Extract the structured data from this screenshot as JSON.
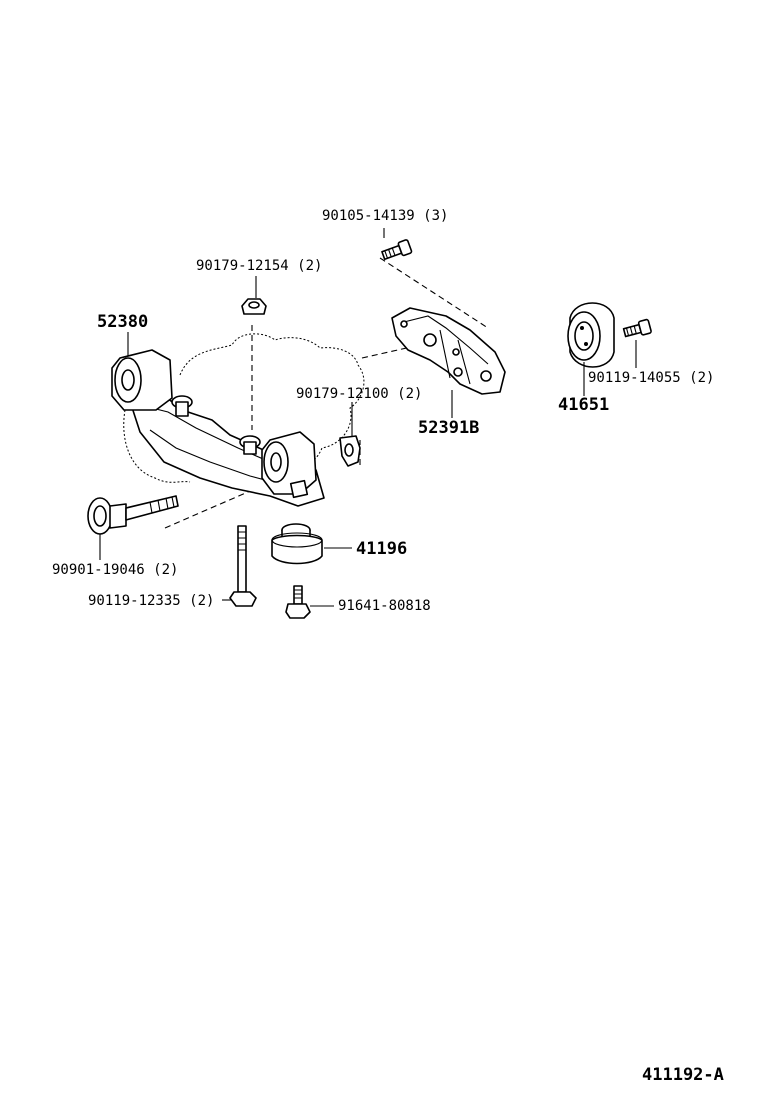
{
  "diagram_code": "411192-A",
  "callouts": {
    "bolt_top": "90105-14139 (3)",
    "nut_upper": "90179-12154 (2)",
    "crossmember": "52380",
    "nut_mid": "90179-12100 (2)",
    "bracket": "52391B",
    "damper": "41651",
    "damper_bolt": "90119-14055 (2)",
    "insulator": "41196",
    "long_bolt": "90901-19046 (2)",
    "bolt_bottom": "90119-12335 (2)",
    "screw_bottom": "91641-80818"
  },
  "icons": {
    "bolt": "bolt-icon",
    "nut": "nut-icon",
    "bushing": "bushing-icon",
    "bracket": "bracket-icon",
    "damper": "damper-icon",
    "insulator": "insulator-icon"
  }
}
